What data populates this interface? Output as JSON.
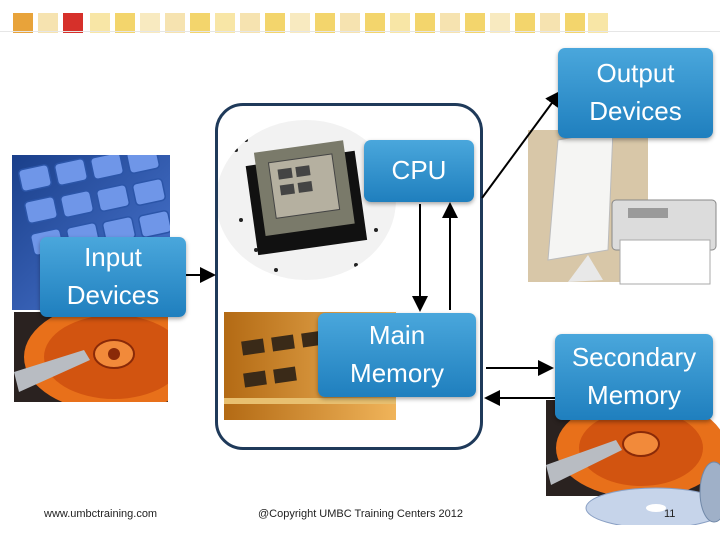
{
  "colors": {
    "accent_orange": "#e8701a",
    "accent_red": "#d6302a",
    "accent_yellow": "#f5d26b",
    "label_blue": "#2a8fd0",
    "frame_navy": "#1f3a5a"
  },
  "diagram": {
    "cpu_label": "CPU",
    "main_memory_line1": "Main",
    "main_memory_line2": "Memory",
    "input_line1": "Input",
    "input_line2": "Devices",
    "output_line1": "Output",
    "output_line2": "Devices",
    "secondary_line1": "Secondary",
    "secondary_line2": "Memory"
  },
  "footer": {
    "website": "www.umbctraining.com",
    "copyright": "@Copyright UMBC Training Centers 2012",
    "page_number": "11"
  }
}
